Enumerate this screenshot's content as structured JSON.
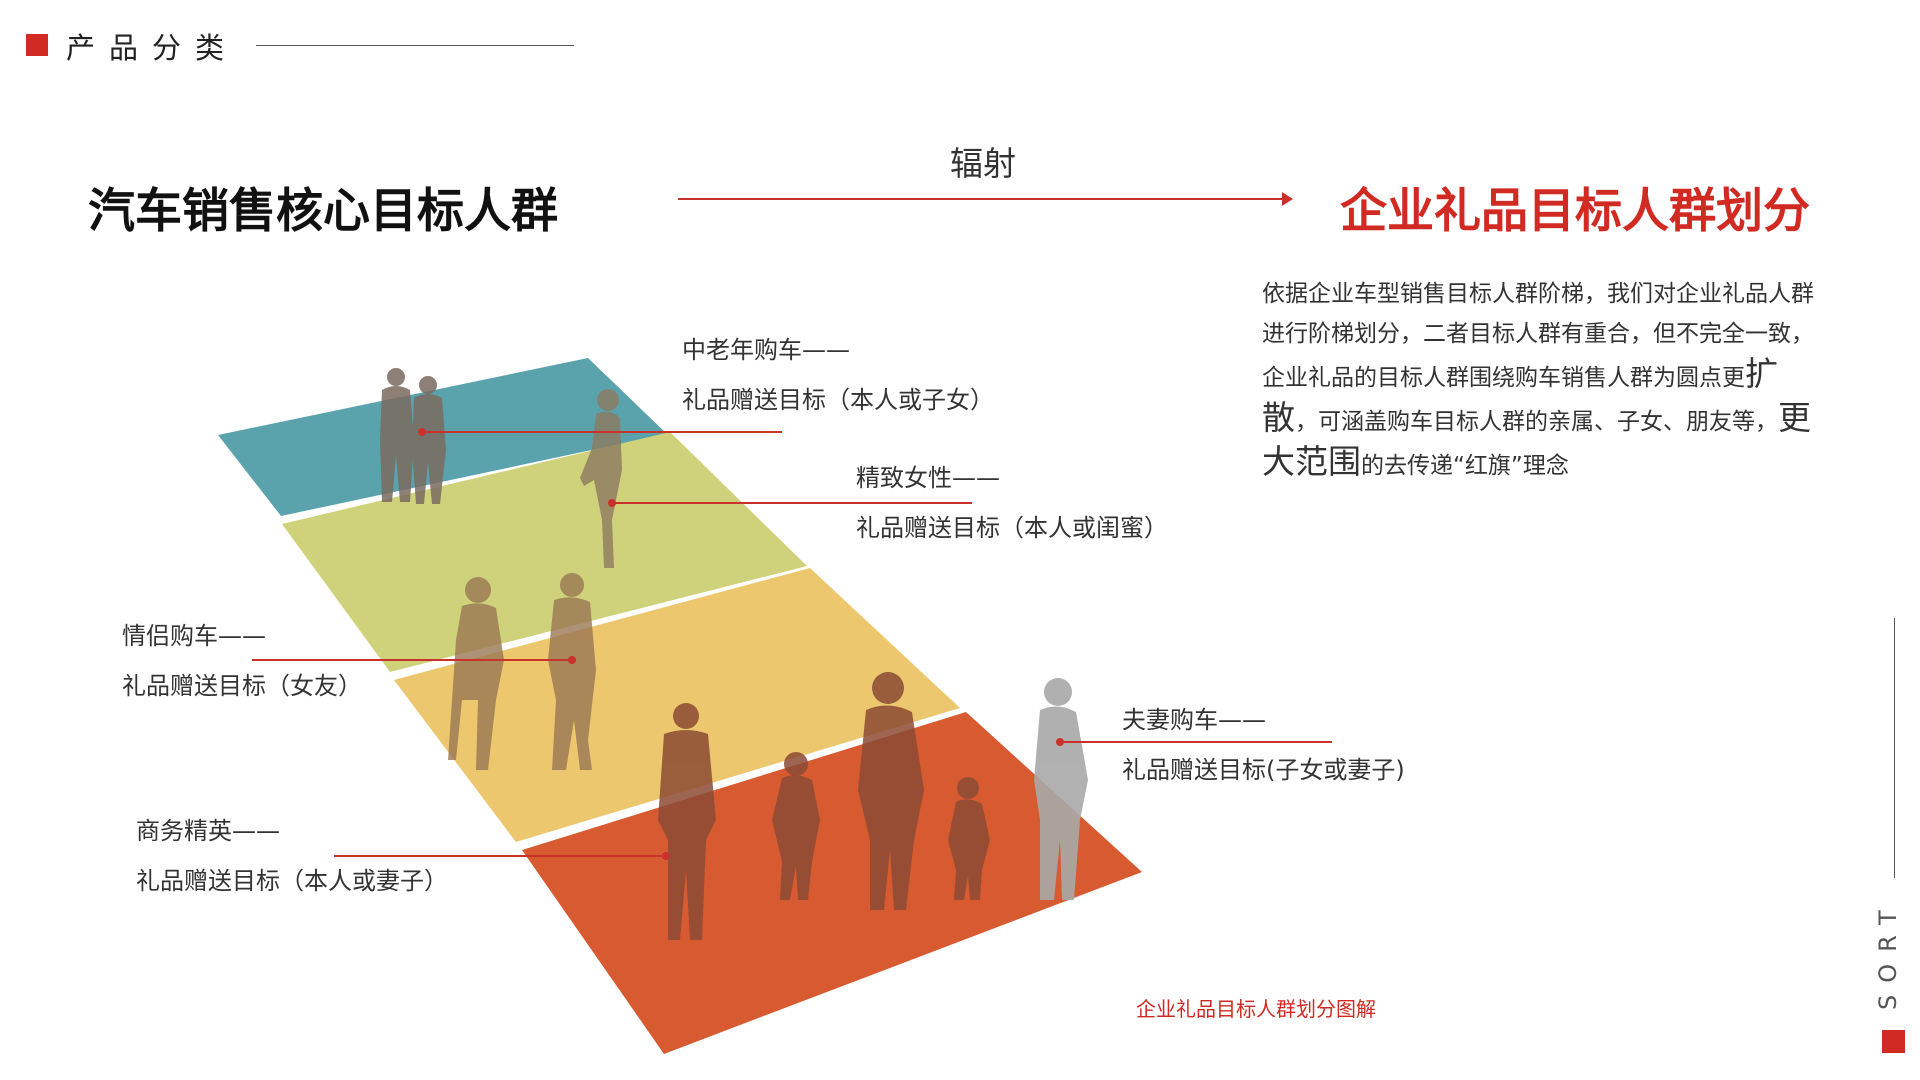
{
  "header": {
    "title": "产品分类"
  },
  "main": {
    "left_title": "汽车销售核心目标人群",
    "arrow_label": "辐射",
    "right_title": "企业礼品目标人群划分"
  },
  "description": {
    "p1": "依据企业车型销售目标人群阶梯，我们对企业礼品人群进行阶梯划分，二者目标人群有重合，但不完全一致，企业礼品的目标人群围绕购车销售人群为圆点更",
    "big1": "扩散",
    "p2": "，可涵盖购车目标人群的亲属、子女、朋友等，",
    "big2": "更大范围",
    "p3": "的去传递“红旗”理念"
  },
  "tiers": [
    {
      "title": "中老年购车——",
      "target": "礼品赠送目标（本人或子女）"
    },
    {
      "title": "精致女性——",
      "target": "礼品赠送目标（本人或闺蜜）"
    },
    {
      "title": "情侣购车——",
      "target": "礼品赠送目标（女友）"
    },
    {
      "title": "夫妻购车——",
      "target": "礼品赠送目标(子女或妻子)"
    },
    {
      "title": "商务精英——",
      "target": "礼品赠送目标（本人或妻子）"
    }
  ],
  "caption": "企业礼品目标人群划分图解",
  "side": {
    "label": "SORT"
  },
  "colors": {
    "accent": "#d02a22",
    "tier_teal": "#5aa3ad",
    "tier_lime": "#cfd27a",
    "tier_yellow": "#ecc76e",
    "tier_orange": "#d85a30"
  }
}
